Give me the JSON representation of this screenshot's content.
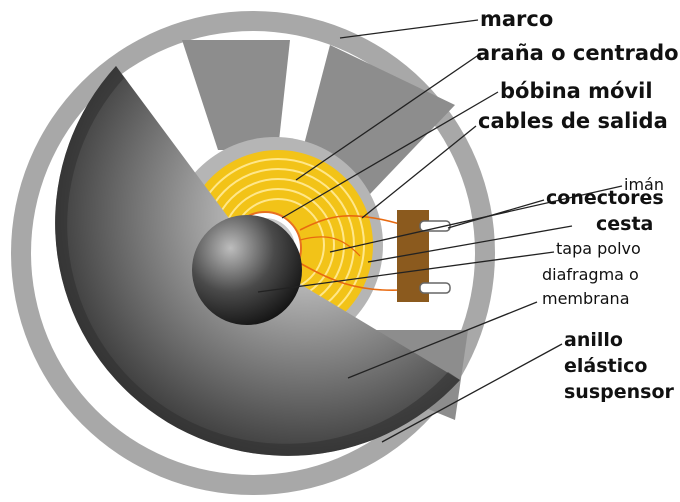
{
  "labels": {
    "marco": "marco",
    "arana": "araña o centrador",
    "bobina": "bóbina móvil",
    "cables": "cables de salida",
    "iman": "imán",
    "conectores": "conectores",
    "cesta": "cesta",
    "tapa": "tapa polvo",
    "diafragma_1": "diafragma o",
    "diafragma_2": "membrana",
    "anillo_1": "anillo",
    "anillo_2": "elástico",
    "anillo_3": "suspensor"
  },
  "colors": {
    "frame": "#a8a8a8",
    "basket": "#8c8c8c",
    "spider": "#f2c318",
    "spider_rings": "#ffe78a",
    "cone_light": "#d9d9d9",
    "cone_dark": "#1a1a1a",
    "terminal": "#8b5a1e",
    "wire": "#e86a10",
    "leader": "#222222"
  }
}
